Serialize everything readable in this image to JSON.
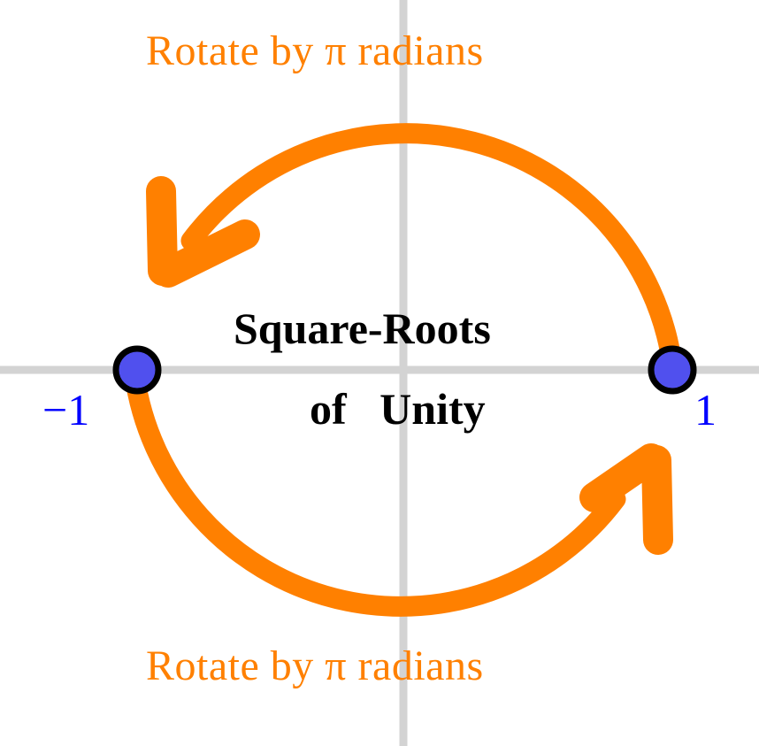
{
  "figure": {
    "title_line_1": "Square-Roots",
    "title_line_2": "of   Unity",
    "background_color": "#FFFFFF"
  },
  "axes": {
    "color": "#D3D3D3",
    "origin_x": 456,
    "origin_y": 418,
    "stroke_width": 8,
    "horizontal": true,
    "vertical": true
  },
  "annotations": {
    "top_arrow_label": "Rotate by π radians",
    "bottom_arrow_label": "Rotate by π radians",
    "arrow_color": "#FF8000"
  },
  "points": [
    {
      "id": "root-negative-one",
      "label": "−1",
      "value": -1,
      "cx": 155,
      "cy": 418,
      "radius": 25,
      "fill": "#5050EE",
      "stroke": "#000000",
      "label_color": "#0000FF"
    },
    {
      "id": "root-positive-one",
      "label": "1",
      "value": 1,
      "cx": 760,
      "cy": 418,
      "radius": 25,
      "fill": "#5050EE",
      "stroke": "#000000",
      "label_color": "#0000FF"
    }
  ],
  "chart_data": {
    "type": "scatter",
    "title": "Square-Roots of Unity",
    "xlabel": "",
    "ylabel": "",
    "xlim": [
      -1.53,
      1.53
    ],
    "ylim": [
      -1.41,
      1.41
    ],
    "grid": false,
    "legend": "none",
    "unit_circle_radius": 1,
    "categories": [
      "−1",
      "1"
    ],
    "x": [
      -1,
      1
    ],
    "y": [
      0,
      0
    ],
    "point_labels": [
      "−1",
      "1"
    ],
    "series": [
      {
        "name": "square roots of unity",
        "points": [
          {
            "label": "−1",
            "x": -1,
            "y": 0,
            "angle_radians": 3.14159,
            "angle_degrees": 180
          },
          {
            "label": "1",
            "x": 1,
            "y": 0,
            "angle_radians": 0,
            "angle_degrees": 0
          }
        ]
      }
    ],
    "annotations": [
      {
        "text": "Rotate by π radians",
        "position": "top",
        "color": "#FF8000",
        "arc_from_degrees": 0,
        "arc_to_degrees": 180,
        "direction": "counterclockwise",
        "arrow_end": "−1"
      },
      {
        "text": "Rotate by π radians",
        "position": "bottom",
        "color": "#FF8000",
        "arc_from_degrees": 180,
        "arc_to_degrees": 360,
        "direction": "counterclockwise",
        "arrow_end": "1"
      },
      {
        "text": "Square-Roots of Unity",
        "position": "center",
        "color": "#000000"
      }
    ]
  }
}
